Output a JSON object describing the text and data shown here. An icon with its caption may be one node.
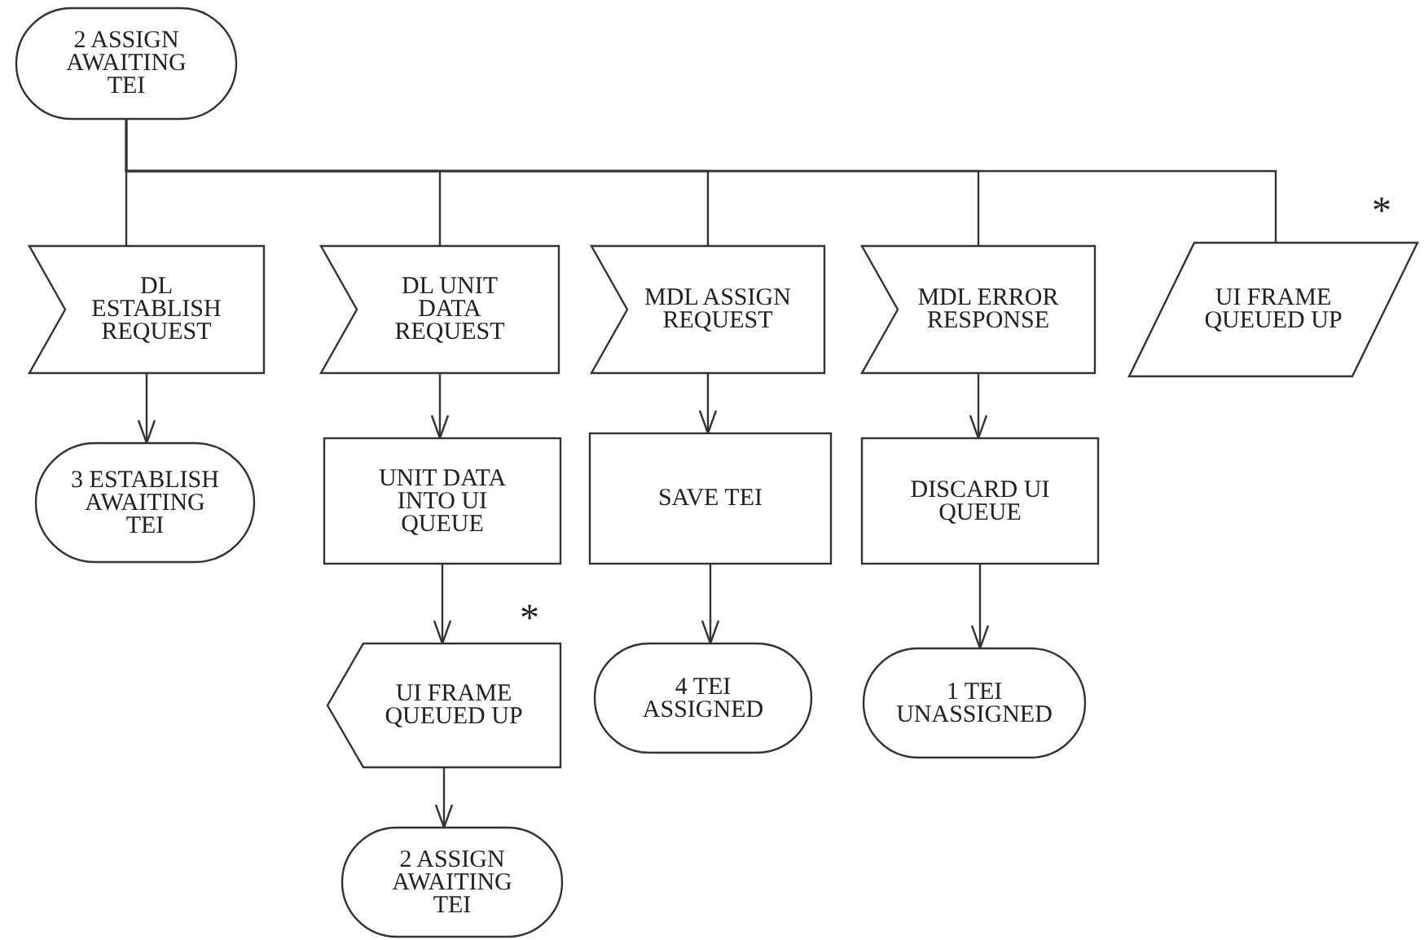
{
  "diagram": {
    "nodes": [
      {
        "text": [
          "2 ASSIGN AWAITING TEI"
        ]
      },
      {
        "text": [
          "DL ESTABLISH REQUEST"
        ]
      },
      {
        "text": [
          "DL UNIT DATA REQUEST"
        ]
      },
      {
        "text": [
          "MDL ASSIGN REQUEST"
        ]
      },
      {
        "text": [
          "MDL ERROR RESPONSE"
        ]
      },
      {
        "text": [
          "UI FRAME QUEUED UP"
        ],
        "beside": [
          "*"
        ]
      },
      {
        "text": [
          "3 ESTABLISH AWAITING TEI"
        ]
      },
      {
        "text": [
          "UNIT DATA INTO UI QUEUE"
        ]
      },
      {
        "text": [
          "SAVE TEI"
        ]
      },
      {
        "text": [
          "DISCARD UI QUEUE"
        ]
      },
      {
        "text": [
          "UI FRAME QUEUED UP"
        ],
        "beside": [
          "*"
        ]
      },
      {
        "text": [
          "4 TEI ASSIGNED"
        ]
      },
      {
        "text": [
          "1 TEI UNASSIGNED"
        ]
      },
      {
        "text": [
          "2 ASSIGN AWAITING TEI"
        ]
      }
    ],
    "edges": [
      {
        "from": 0,
        "to": 1,
        "arrow": "none"
      },
      {
        "from": 0,
        "to": 2,
        "arrow": "none"
      },
      {
        "from": 0,
        "to": 3,
        "arrow": "none"
      },
      {
        "from": 0,
        "to": 4,
        "arrow": "none"
      },
      {
        "from": 0,
        "to": 5,
        "arrow": "none"
      },
      {
        "from": 1,
        "to": 6,
        "arrow": "to"
      },
      {
        "from": 2,
        "to": 7,
        "arrow": "to"
      },
      {
        "from": 7,
        "to": 10,
        "arrow": "to"
      },
      {
        "from": 10,
        "to": 13,
        "arrow": "to"
      },
      {
        "from": 3,
        "to": 8,
        "arrow": "to"
      },
      {
        "from": 8,
        "to": 11,
        "arrow": "to"
      },
      {
        "from": 4,
        "to": 9,
        "arrow": "to"
      },
      {
        "from": 9,
        "to": 12,
        "arrow": "to"
      }
    ]
  }
}
